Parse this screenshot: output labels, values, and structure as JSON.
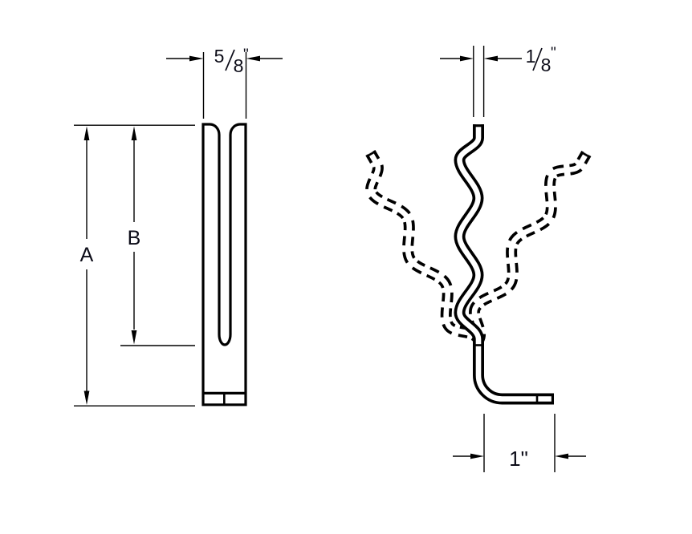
{
  "drawing": {
    "type": "technical-dimension-drawing",
    "background": "#ffffff",
    "line_color": "#000000",
    "text_color": "#0c0c18",
    "views": {
      "front": "slotted flat strip, front view",
      "side": "corrugated strip with bent foot and dashed flexed positions, side view"
    }
  },
  "dimensions": {
    "width": {
      "numerator": "5",
      "denominator": "8",
      "unit": "\""
    },
    "thickness": {
      "numerator": "1",
      "denominator": "8",
      "unit": "\""
    },
    "foot_length": {
      "label": "1\""
    },
    "overall_height": {
      "label": "A"
    },
    "slot_depth": {
      "label": "B"
    }
  }
}
